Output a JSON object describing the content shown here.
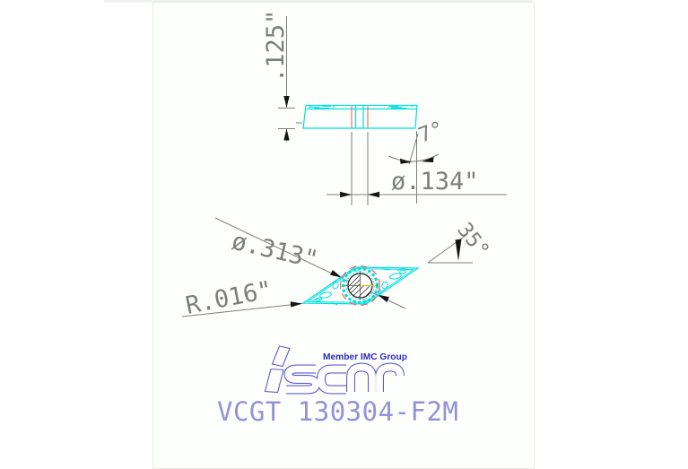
{
  "annotations": {
    "thickness": ".125\"",
    "hole_dia": "ø.134\"",
    "clearance_angle": "7°",
    "ic_dia": "ø.313\"",
    "corner_radius": "R.016\"",
    "point_angle": "35°"
  },
  "branding": {
    "tagline": "Member IMC Group",
    "logo_text": "iscar"
  },
  "title": {
    "part_number": "VCGT 130304-F2M"
  },
  "colors": {
    "geometry": "#00dede",
    "hidden": "#ff6060",
    "dimension": "#7d7d7d",
    "arrow": "#141414",
    "centerline_gray": "#555555",
    "centerline_yellow": "#cccc33",
    "hole_line": "#1a1a1a",
    "brand_blue": "#5c5cd0",
    "tagline_blue": "#2b2bbb",
    "part_number_blue": "#9292d6"
  }
}
